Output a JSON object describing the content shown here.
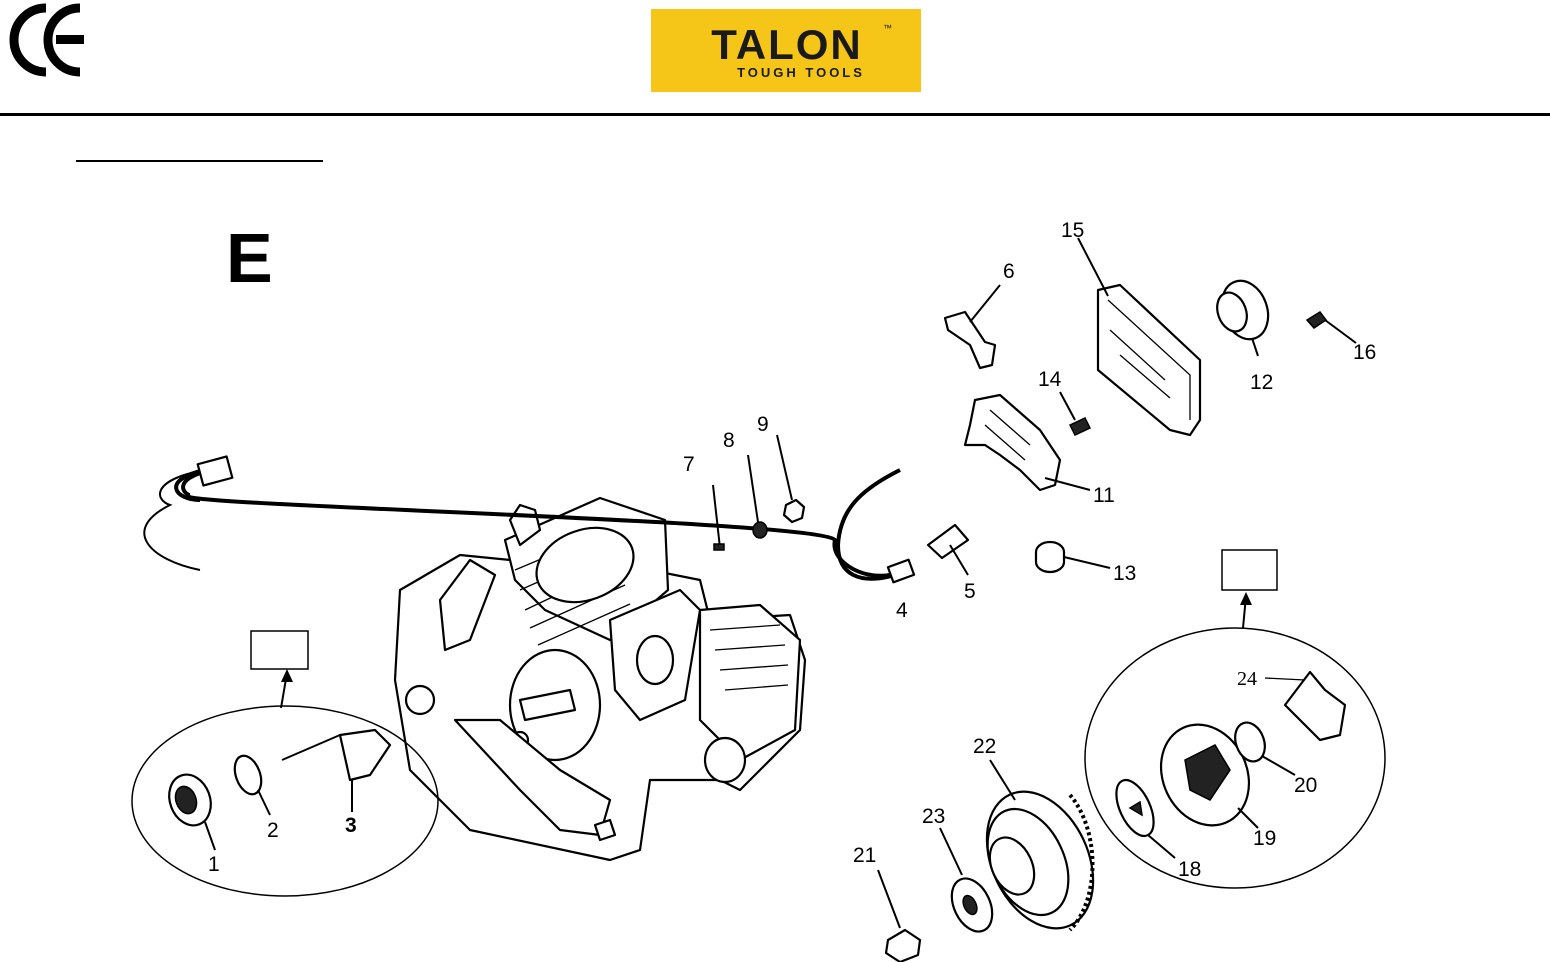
{
  "header": {
    "ce_mark_icon": "ce-conformity-mark",
    "logo": {
      "name": "TALON",
      "tagline": "TOUGH TOOLS",
      "trademark": "™",
      "background": "#F5C518",
      "text_color": "#1a1a1a"
    }
  },
  "section": {
    "letter": "E"
  },
  "callouts": [
    "1",
    "2",
    "3",
    "4",
    "5",
    "6",
    "7",
    "8",
    "9",
    "11",
    "12",
    "13",
    "14",
    "15",
    "16",
    "18",
    "19",
    "20",
    "21",
    "22",
    "23",
    "24"
  ],
  "detail_views": [
    {
      "label": "",
      "callouts": [
        "1",
        "2",
        "3"
      ]
    },
    {
      "label": "",
      "callouts": [
        "18",
        "19",
        "20",
        "24"
      ]
    }
  ]
}
